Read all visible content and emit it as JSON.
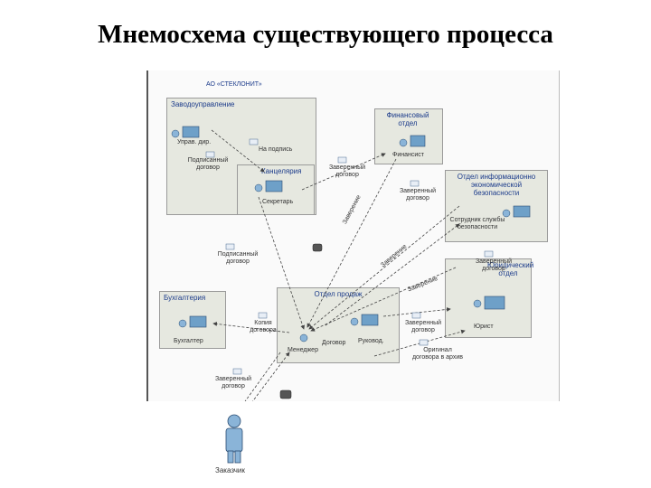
{
  "slide": {
    "title": "Мнемосхема существующего процесса"
  },
  "diagram": {
    "company": "АО «СТЕКЛОНИТ»",
    "zones": {
      "management": "Заводоуправление",
      "office": "Канцелярия",
      "finance": "Финансовый отдел",
      "security": "Отдел информационно экономической безопасности",
      "legal": "Юридический отдел",
      "accounting": "Бухгалтерия",
      "sales": "Отдел продаж"
    },
    "actors": {
      "director": "Управ. дир.",
      "secretary": "Секретарь",
      "financier": "Финансист",
      "security_officer": "Сотрудник службы безопасности",
      "lawyer": "Юрист",
      "accountant": "Бухгалтер",
      "manager": "Менеджер",
      "sales_head": "Руковод.",
      "customer": "Заказчик"
    },
    "documents": {
      "signature": "На подпись",
      "signed_contract_1": "Подписанный договор",
      "certified_contract": "Заверенный договор",
      "approved_contract_security": "Заверенный договор",
      "signed_contract_2": "Подписанный договор",
      "approved_contract_security_2": "Заверенный договор",
      "contract_copy": "Копия договора",
      "approved_contract_legal": "Заверенный договор",
      "contract": "Договор",
      "original_contract_archive": "Оригинал договора в архив",
      "approved_contract_customer": "Заверенный договор"
    },
    "arrow_labels": {
      "approval_1": "Заверение",
      "approval_2": "Заверение",
      "approval_3": "Заверение"
    }
  }
}
